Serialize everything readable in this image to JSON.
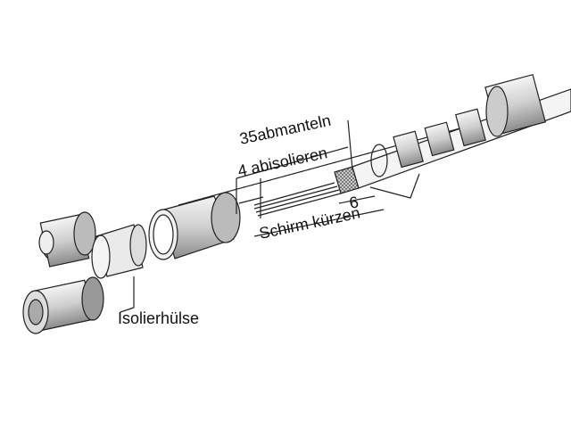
{
  "labels": {
    "strip_jacket": "35abmanteln",
    "strip_insulation": "4 abisolieren",
    "shorten_shield": "Schirm kürzen",
    "shield_length": "6",
    "insulating_sleeve": "Isolierhülse"
  },
  "colors": {
    "line": "#222222",
    "part_fill": "#e6e6e6",
    "dark_fill": "#9a9a9a"
  }
}
